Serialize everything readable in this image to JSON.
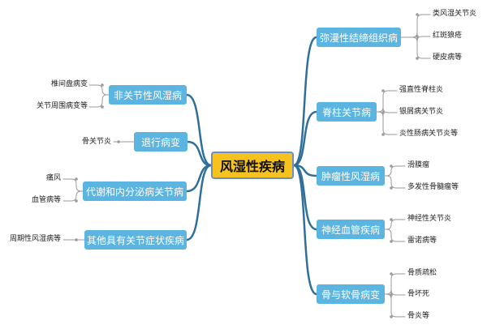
{
  "root": "风湿性疾病",
  "right_branches": [
    {
      "label": "弥漫性结缔组织病",
      "children": [
        "类风湿关节炎",
        "红斑狼疮",
        "硬皮病等"
      ]
    },
    {
      "label": "脊柱关节病",
      "children": [
        "强直性脊柱炎",
        "银屑病关节炎",
        "炎性肠病关节炎等"
      ]
    },
    {
      "label": "肿瘤性风湿病",
      "children": [
        "滑膜瘤",
        "多发性骨髓瘤等"
      ]
    },
    {
      "label": "神经血管疾病",
      "children": [
        "神经性关节炎",
        "雷诺病等"
      ]
    },
    {
      "label": "骨与软骨病变",
      "children": [
        "骨质疏松",
        "骨坏死",
        "骨炎等"
      ]
    }
  ],
  "left_branches": [
    {
      "label": "非关节性风湿病",
      "children": [
        "椎间盘病变",
        "关节周围病变等"
      ]
    },
    {
      "label": "退行病变",
      "children": [
        "骨关节炎"
      ]
    },
    {
      "label": "代谢和内分泌病关节病",
      "children": [
        "痛风",
        "血管病等"
      ]
    },
    {
      "label": "其他具有关节症状疾病",
      "children": [
        "周期性风湿病等"
      ]
    }
  ],
  "colors": {
    "node": "#5bb5e0",
    "root_fill": "#f7c21e",
    "root_border": "#6a8fcc",
    "line": "#2f6f9a",
    "leaf_line": "#9a9a9a"
  }
}
